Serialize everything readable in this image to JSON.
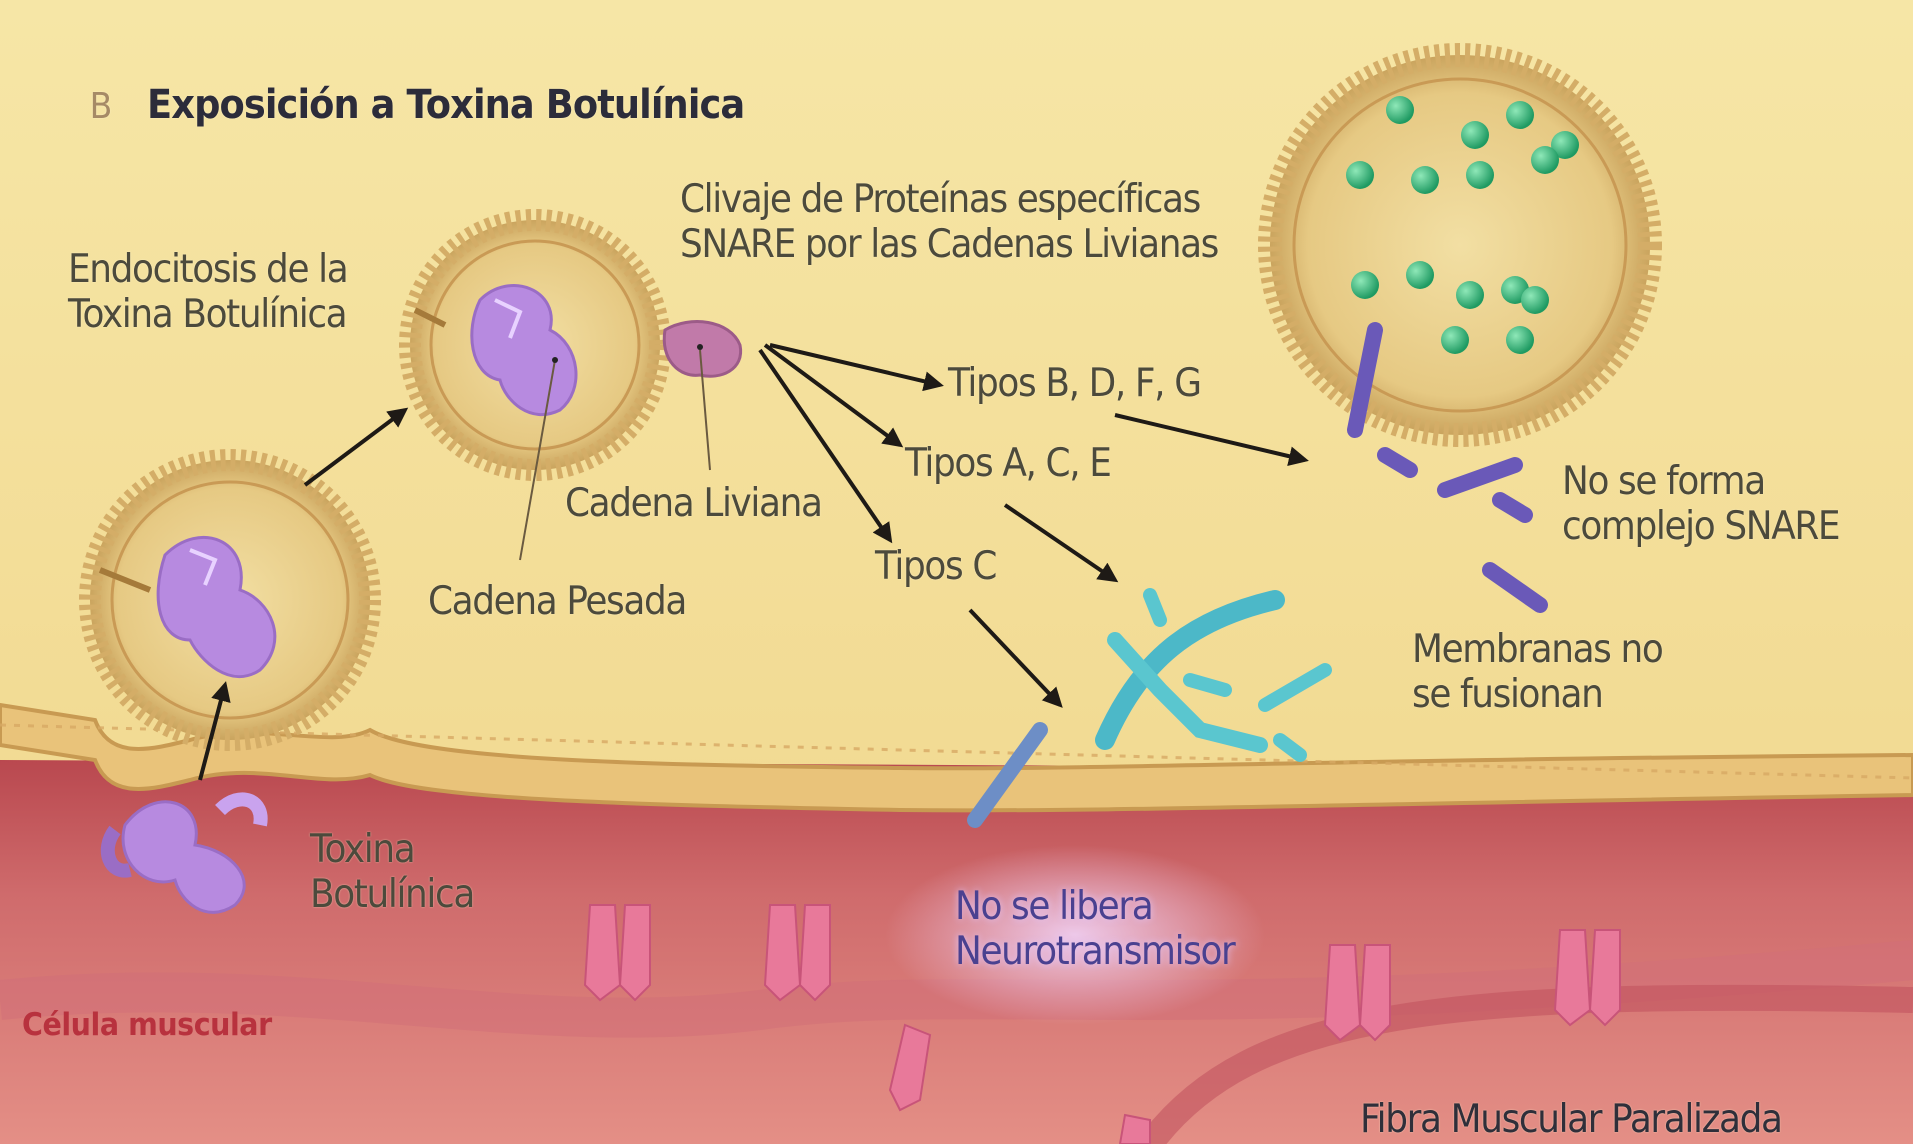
{
  "title": {
    "panel_letter": "B",
    "text": "Exposición a Toxina Botulínica"
  },
  "labels": {
    "endocitosis": "Endocitosis de la\nToxina Botulínica",
    "clivaje": "Clivaje de Proteínas específicas\nSNARE por las Cadenas Livianas",
    "cadena_liviana": "Cadena Liviana",
    "cadena_pesada": "Cadena Pesada",
    "tipos_bdfg": "Tipos B, D, F, G",
    "tipos_ace": "Tipos A, C, E",
    "tipos_c": "Tipos C",
    "no_snare": "No se forma\ncomplejo SNARE",
    "membranas": "Membranas no\nse fusionan",
    "toxina": "Toxina\nBotulínica",
    "no_neuro": "No se libera\nNeurotransmisor",
    "celula": "Célula muscular",
    "fibra": "Fibra Muscular Paralizada"
  },
  "colors": {
    "terminal": "#f3dd94",
    "muscle": "#c9505a",
    "toxin": "#b78ae0",
    "vesicle_dots": "#2fb57a",
    "snare_cyan": "#4cb8c8",
    "snare_purple": "#6a59b8",
    "receptor": "#e8799a"
  }
}
